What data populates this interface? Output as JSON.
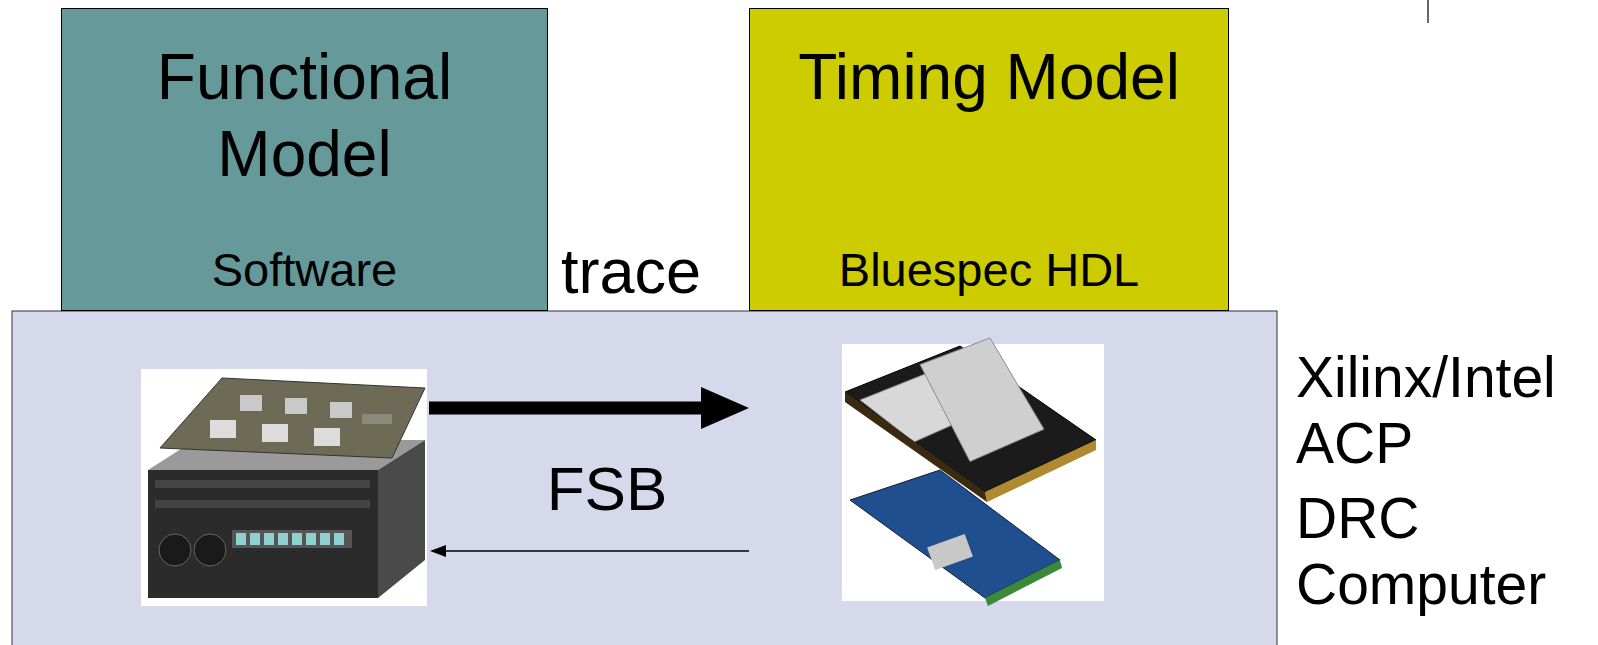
{
  "diagram": {
    "nodes": [
      {
        "text": [
          "Functional Model",
          "Software"
        ]
      },
      {
        "text": [
          "Timing Model",
          "Bluespec HDL"
        ]
      }
    ],
    "labels": [
      "trace",
      "FSB",
      "Xilinx/Intel ACP",
      "DRC Computer"
    ]
  }
}
